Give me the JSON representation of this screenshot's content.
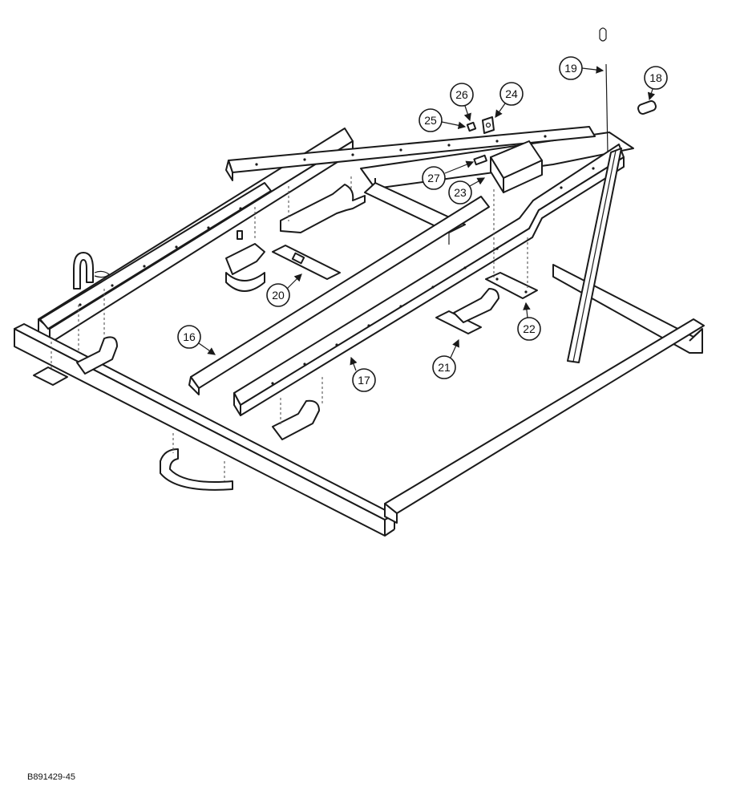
{
  "figure": {
    "reference_code": "B891429-45",
    "callouts": [
      {
        "id": "16",
        "label": "16"
      },
      {
        "id": "17",
        "label": "17"
      },
      {
        "id": "18",
        "label": "18"
      },
      {
        "id": "19",
        "label": "19"
      },
      {
        "id": "20",
        "label": "20"
      },
      {
        "id": "21",
        "label": "21"
      },
      {
        "id": "22",
        "label": "22"
      },
      {
        "id": "23",
        "label": "23"
      },
      {
        "id": "24",
        "label": "24"
      },
      {
        "id": "25",
        "label": "25"
      },
      {
        "id": "26",
        "label": "26"
      },
      {
        "id": "27",
        "label": "27"
      }
    ]
  },
  "colors": {
    "line": "#1a1a1a",
    "background": "#ffffff"
  }
}
